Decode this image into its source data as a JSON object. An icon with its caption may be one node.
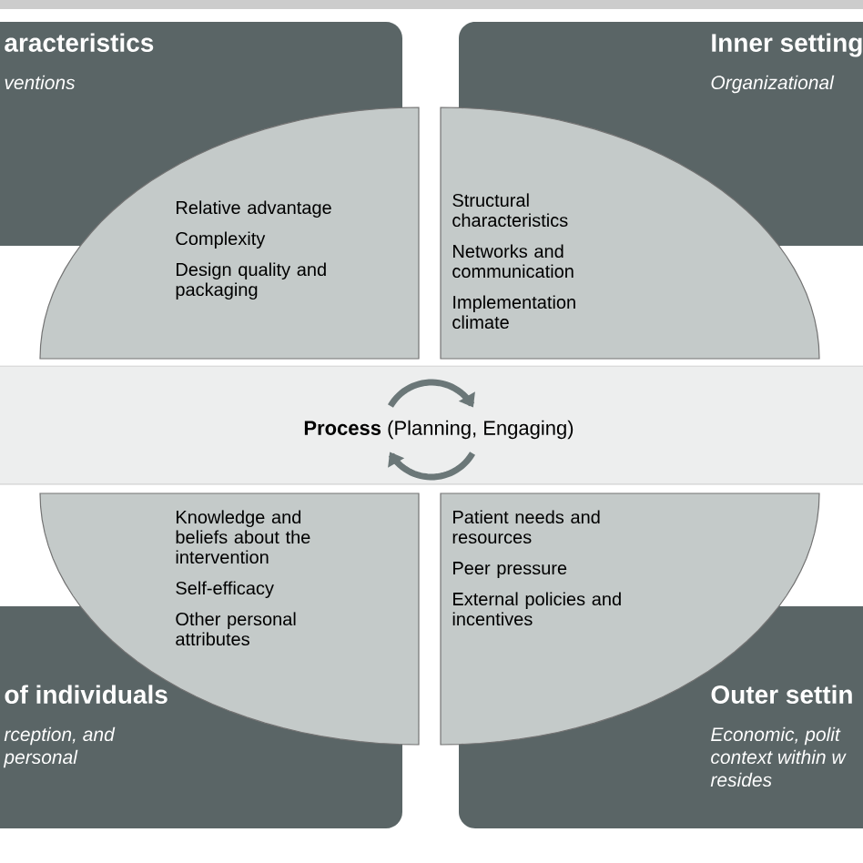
{
  "diagram": {
    "nodes": [
      {
        "text": [
          "aracteristics",
          "ventions"
        ]
      },
      {
        "text": [
          "Inner setting",
          "Organizational"
        ]
      },
      {
        "text": [
          "Relative advantage",
          "Complexity",
          "Design quality and packaging"
        ]
      },
      {
        "text": [
          "Structural characteristics",
          "Networks and communication",
          "Implementation climate"
        ]
      },
      {
        "text": [
          "**Process** (Planning, Engaging)"
        ]
      },
      {
        "text": [
          "Knowledge and beliefs about the intervention",
          "Self-efficacy",
          "Other personal attributes"
        ]
      },
      {
        "text": [
          "Patient needs and resources",
          "Peer pressure",
          "External policies and incentives"
        ]
      },
      {
        "text": [
          "of individuals",
          "rception, and personal"
        ]
      },
      {
        "text": [
          "Outer settin",
          "Economic, polit context within w resides"
        ]
      }
    ]
  }
}
